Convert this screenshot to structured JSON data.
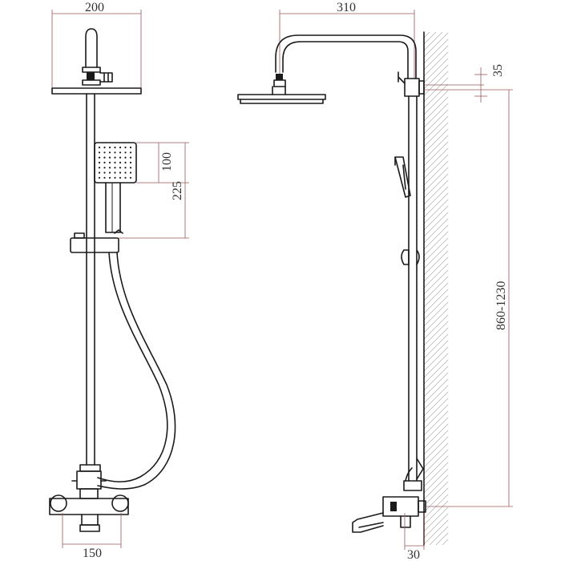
{
  "dimensions": {
    "head_width_front": "200",
    "arm_reach_side": "310",
    "wall_offset_top": "35",
    "handshower_height": "100",
    "holder_to_handshower": "225",
    "height_range": "860-1230",
    "spout_width_front": "150",
    "wall_offset_bottom": "30"
  },
  "colors": {
    "line": "#1a1a1a",
    "dimension_line": "#9a5a5a",
    "wall_hatch": "#9a9a9a"
  }
}
